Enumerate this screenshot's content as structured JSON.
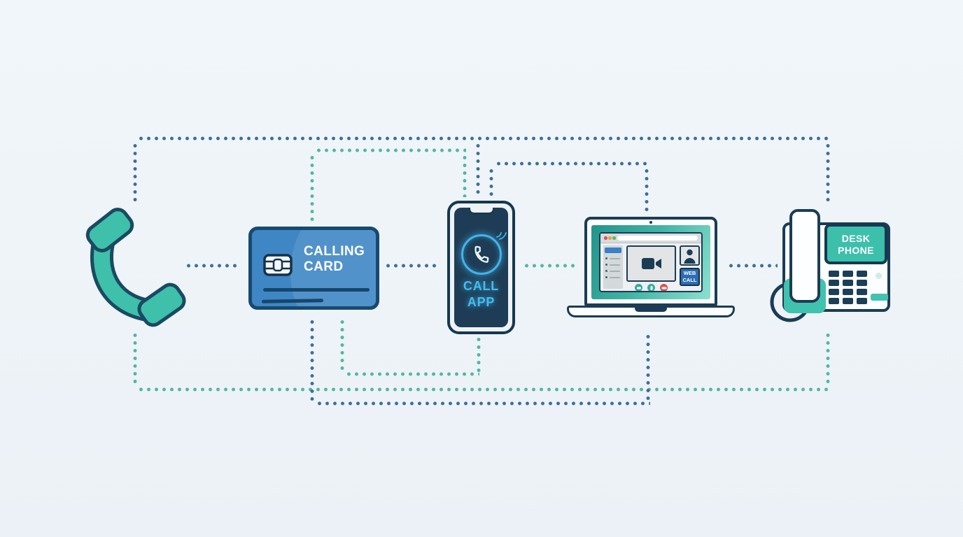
{
  "diagram": {
    "card": {
      "line1": "CALLING",
      "line2": "CARD"
    },
    "phone": {
      "line1": "CALL",
      "line2": "APP"
    },
    "laptop": {
      "badge_line1": "WEB",
      "badge_line2": "CALL"
    },
    "desk_phone": {
      "line1": "DESK",
      "line2": "PHONE"
    }
  },
  "nodes": [
    {
      "id": "phone-handset",
      "kind": "telephone-handset-icon"
    },
    {
      "id": "calling-card",
      "kind": "prepaid-card",
      "label": "CALLING CARD"
    },
    {
      "id": "call-app",
      "kind": "smartphone",
      "label": "CALL APP"
    },
    {
      "id": "web-call",
      "kind": "laptop-video-call",
      "label": "WEB CALL"
    },
    {
      "id": "desk-phone",
      "kind": "desk-phone",
      "label": "DESK PHONE"
    }
  ],
  "connections": [
    {
      "from": "phone-handset",
      "to": "desk-phone",
      "color": "blue",
      "route": "top outer loop with branch down to call-app"
    },
    {
      "from": "calling-card",
      "to": "call-app",
      "color": "teal",
      "route": "upper inner loop"
    },
    {
      "from": "call-app",
      "to": "web-call",
      "color": "blue",
      "route": "upper inner loop 2"
    },
    {
      "from": "phone-handset",
      "to": "calling-card",
      "color": "blue",
      "route": "mid dotted connector"
    },
    {
      "from": "calling-card",
      "to": "call-app",
      "color": "blue",
      "route": "mid dotted connector"
    },
    {
      "from": "call-app",
      "to": "web-call",
      "color": "teal",
      "route": "mid dotted connector"
    },
    {
      "from": "web-call",
      "to": "desk-phone",
      "color": "blue",
      "route": "mid dotted connector"
    },
    {
      "from": "phone-handset",
      "to": "desk-phone",
      "color": "teal",
      "route": "bottom outer loop"
    },
    {
      "from": "calling-card",
      "to": "call-app",
      "color": "teal",
      "route": "bottom inner loop"
    },
    {
      "from": "calling-card",
      "to": "web-call",
      "color": "blue",
      "route": "bottom loop"
    }
  ],
  "icons": [
    "telephone-handset-icon",
    "sim-chip-icon",
    "call-ring-icon",
    "video-camera-icon",
    "participant-icon",
    "mute-button-icon",
    "mic-button-icon",
    "end-call-button-icon",
    "keypad-icon",
    "handset-cord-icon"
  ],
  "colors": {
    "background": "#eef3f7",
    "teal": "#3ec0ab",
    "navy_outline": "#1b3c54",
    "card_blue": "#3f86c5",
    "glow_blue": "#41b6ec",
    "badge_blue": "#2d6db2",
    "dot_blue": "#3a6e94",
    "dot_teal": "#4db7a0",
    "end_call_red": "#d9534f"
  }
}
